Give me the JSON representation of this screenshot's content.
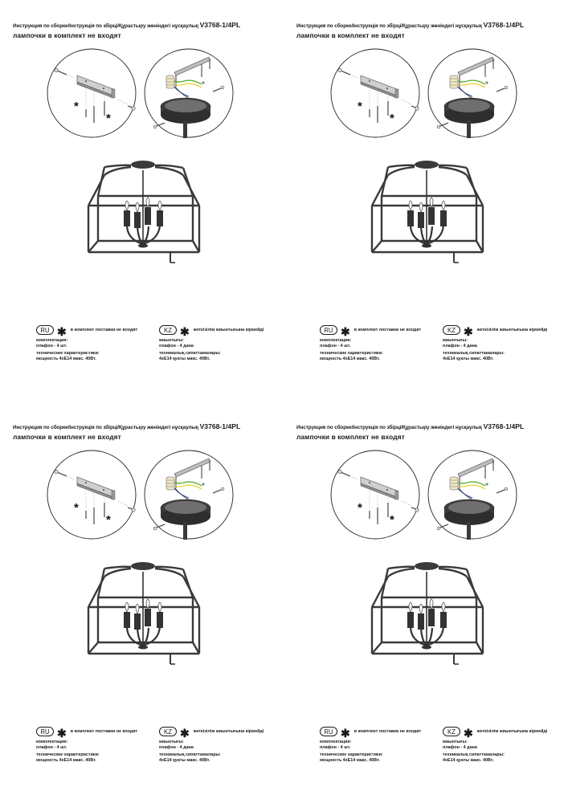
{
  "panels": [
    {
      "title_prefix": "Инструкция по сборке/Інструкція по збірці/Құрастыру жөніндегі нұсқаулық",
      "model": "V3768-1/4PL",
      "subtitle": "лампочки в комплект не входят",
      "ru": {
        "code": "RU",
        "header": "в комплект поставки не входят",
        "set_label": "комплектация:",
        "set_value": "плафон - 4 шт.",
        "tech_label": "технические характеристики:",
        "tech_value": "мощность 4хE14 макс. 40Вт."
      },
      "kz": {
        "code": "KZ",
        "header": "жеткізілім жиынтығына кірмейді",
        "set_label": "жиынтығы:",
        "set_value": "плафон - 4 дана",
        "tech_label": "техникалық сипаттамалары:",
        "tech_value": "4хE14 қуаты макс. 40Вт."
      }
    }
  ],
  "colors": {
    "ink": "#1a1a1a",
    "metal": "#3a3a3a",
    "plate": "#b8b8b8",
    "wire_green": "#5fae3a",
    "wire_yellow": "#e5d22a",
    "wire_blue": "#3b5fc0"
  },
  "icons": {
    "asterisk": "asterisk-icon",
    "screw": "screw-icon",
    "bracket": "mounting-bracket-icon",
    "canopy": "canopy-icon",
    "fixture": "lantern-fixture-icon"
  }
}
